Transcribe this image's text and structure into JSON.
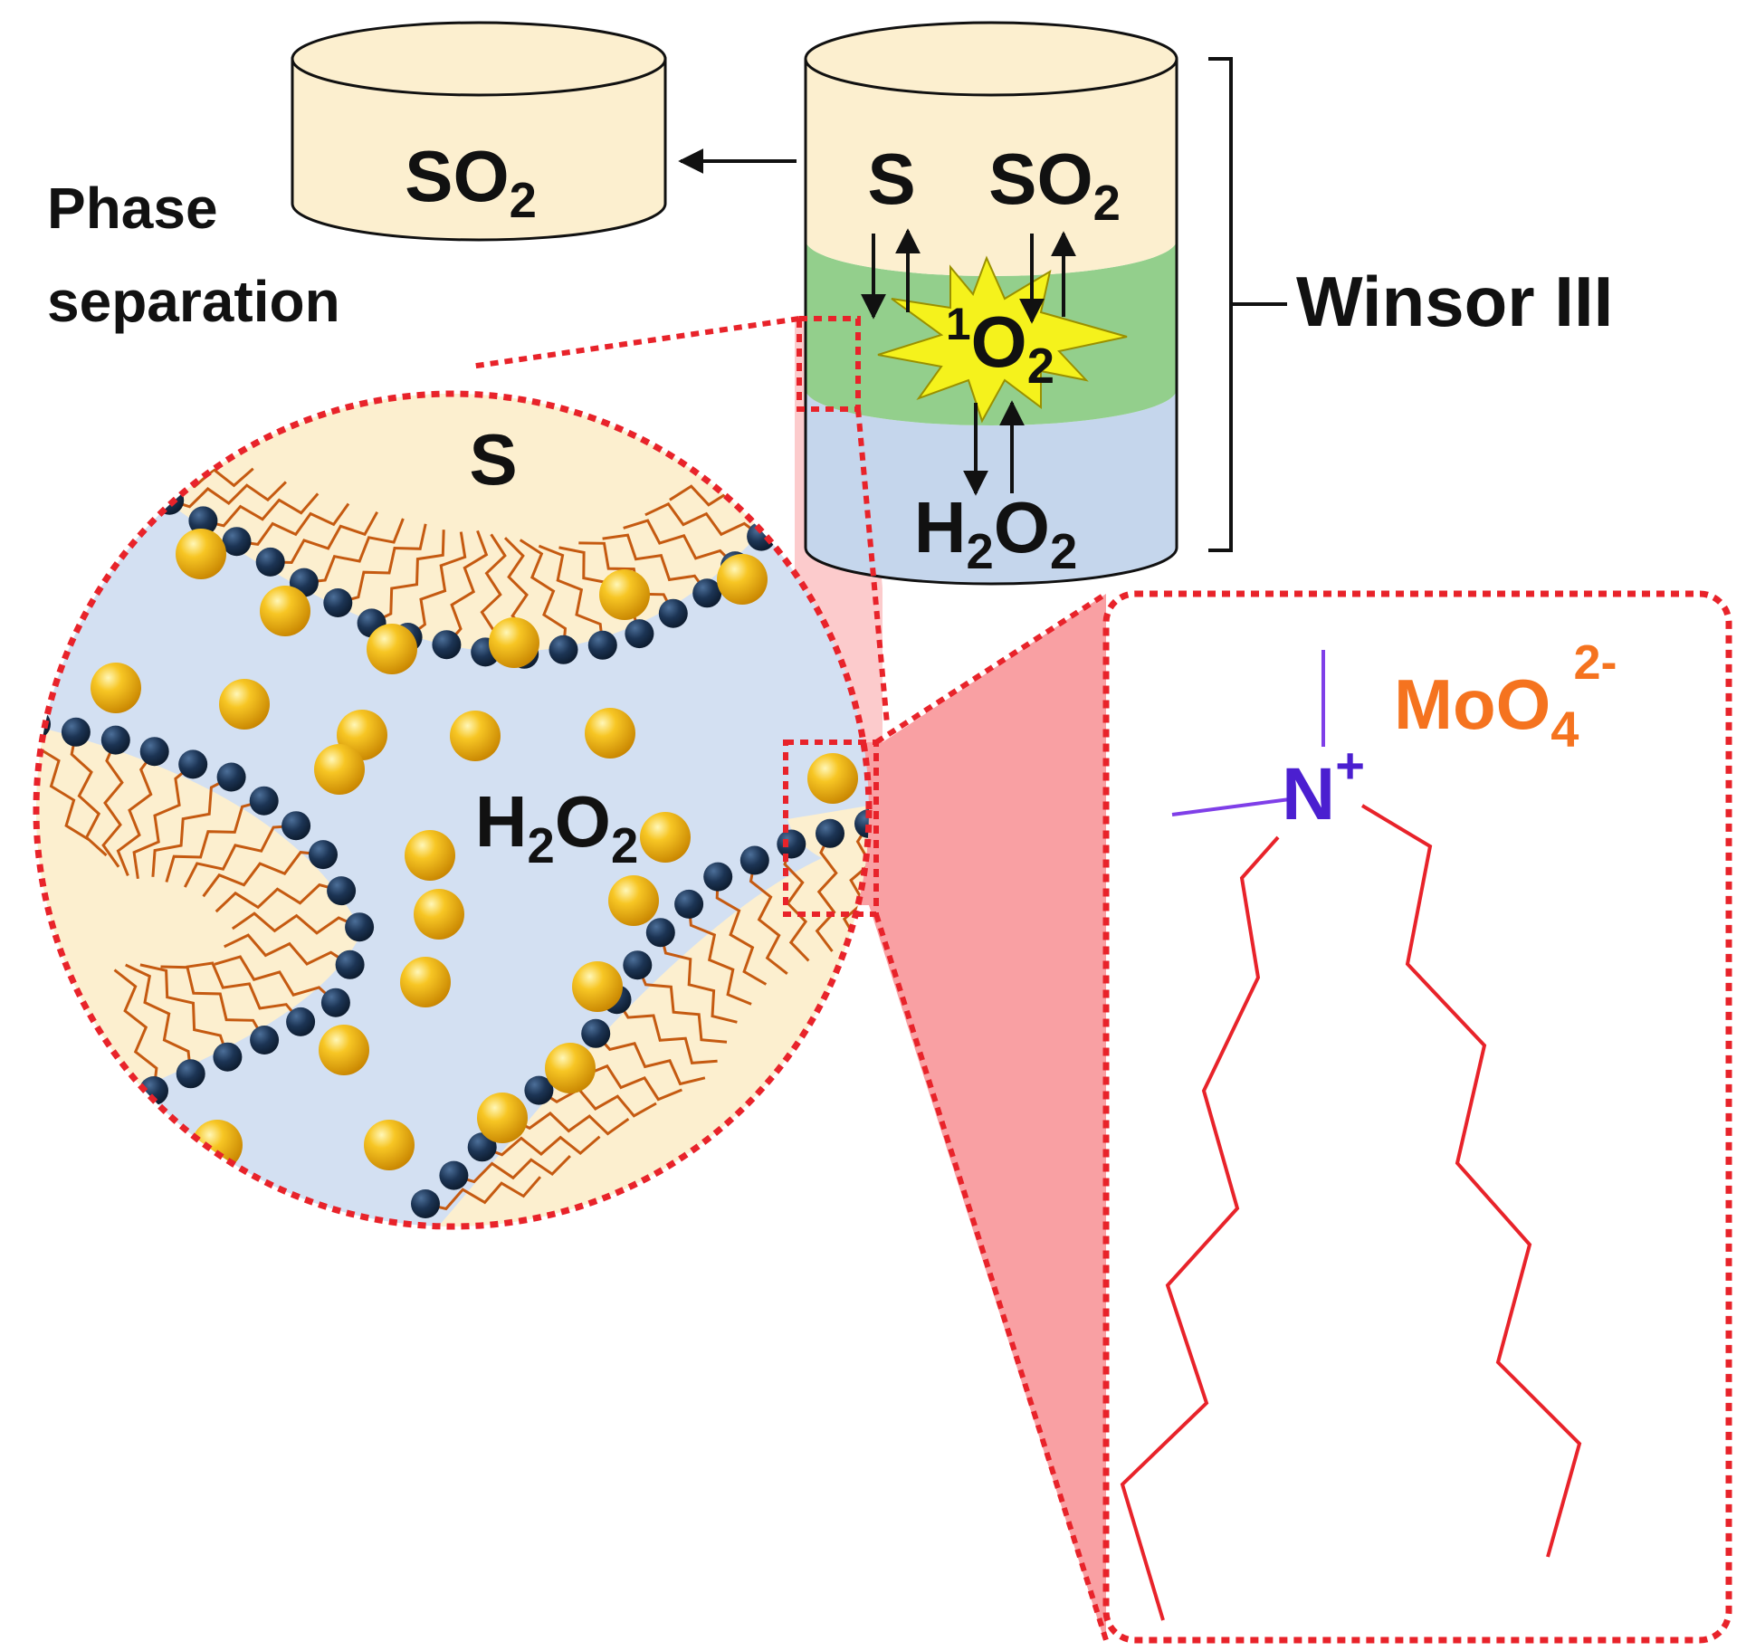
{
  "labels": {
    "left_cylinder_chem": "SO",
    "left_cylinder_sub": "2",
    "phase_sep_line1": "Phase",
    "phase_sep_line2": "separation",
    "top_S": "S",
    "top_SO2": "SO",
    "top_SO2_sub": "2",
    "singlet_sup": "1",
    "singlet_O": "O",
    "singlet_sub": "2",
    "bottom_H": "H",
    "bottom_H_sub": "2",
    "bottom_O": "O",
    "bottom_O_sub": "2",
    "winsor": "Winsor III",
    "circle_S": "S",
    "circle_H": "H",
    "circle_H_sub": "2",
    "circle_O": "O",
    "circle_O_sub": "2",
    "nitrogen": "N",
    "nitrogen_charge": "+",
    "anion": "MoO",
    "anion_sub": "4",
    "anion_charge": "2-"
  },
  "colors": {
    "oil_phase": "#fcefcf",
    "middle_phase": "#93cf8c",
    "water_phase": "#c5d6ec",
    "circle_water": "#d3e0f2",
    "head_group": "#1c3454",
    "tail": "#c55a11",
    "catalyst_sphere": "#f2b40f",
    "zoom_red": "#e8232a",
    "zoom_fill": "#f9a0a3",
    "nitrogen": "#4b1fd0",
    "anion": "#f5731f",
    "burst": "#f5f21c"
  }
}
